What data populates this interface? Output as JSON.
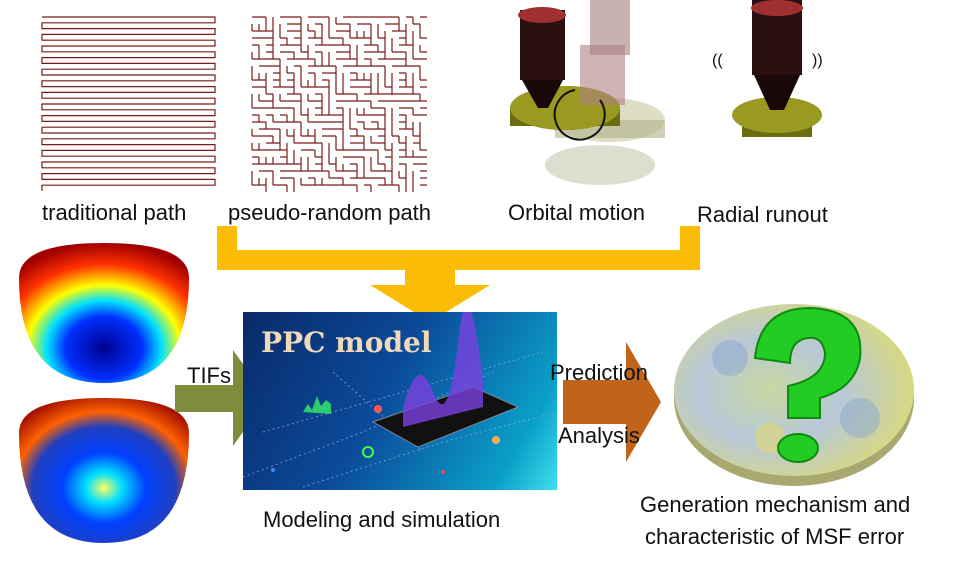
{
  "labels": {
    "traditional_path": "traditional path",
    "pseudo_random_path": "pseudo-random path",
    "orbital_motion": "Orbital motion",
    "radial_runout": "Radial runout",
    "tifs": "TIFs",
    "ppc_model": "PPC model",
    "modeling": "Modeling and simulation",
    "prediction": "Prediction",
    "analysis": "Analysis",
    "result_line1": "Generation mechanism and",
    "result_line2": "characteristic of MSF error"
  },
  "colors": {
    "yellow_arrow": "#fbbc05",
    "green_arrow": "#7f8c3c",
    "orange_arrow": "#c0641c",
    "path_line": "#7a1a1a"
  }
}
